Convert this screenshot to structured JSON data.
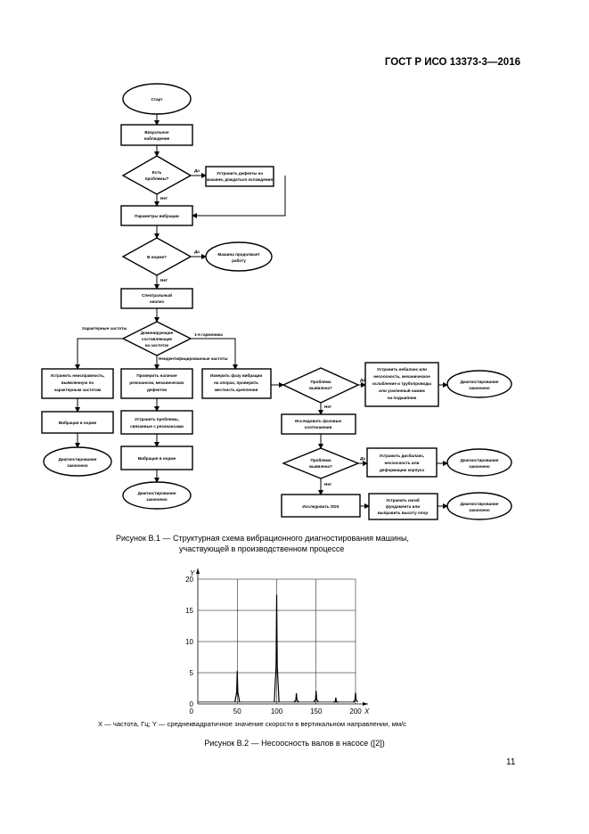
{
  "header": "ГОСТ Р ИСО 13373-3—2016",
  "flowchart": {
    "start": "Старт",
    "visual": [
      "Визуальное",
      "наблюдение"
    ],
    "q_broken": [
      "Есть",
      "проблемы?"
    ],
    "a_fix_defects": [
      "Устранить дефекты на",
      "машине, дождаться охлаждения"
    ],
    "vib_params": "Параметры вибрации",
    "q_normal": "В норме?",
    "r_continue": [
      "Машина продолжает",
      "работу"
    ],
    "spectral": [
      "Спектральный",
      "анализ"
    ],
    "q_dominant": [
      "Доминирующие",
      "составляющие",
      "на частотах"
    ],
    "branch_left": "Характерные частоты",
    "branch_right": "1-я гармоника",
    "branch_mid": "Неидентифицированные частоты",
    "a_eliminate": [
      "Устранить неисправность,",
      "выявленную по",
      "характерным частотам"
    ],
    "a_check": [
      "Проверить наличие",
      "резонансов, механических",
      "дефектов"
    ],
    "a_measure_phase": [
      "Измерить фазу вибрации",
      "на опорах, проверить",
      "жесткость крепления"
    ],
    "q_misalign": [
      "Проблема",
      "выявлена?"
    ],
    "a_misalign_fix": [
      "Устранить небаланс или",
      "несоосность, механическое",
      "ослабление и трубопроводы",
      "или усиленный нажим",
      "на подшипник"
    ],
    "d_misalign": [
      "Диагностирование",
      "закончено"
    ],
    "n_left": "Вибрация в норме",
    "d_left": [
      "Диагностирование",
      "закончено"
    ],
    "a_resonance": [
      "Устранить проблемы,",
      "связанные с резонансами"
    ],
    "n_mid": "Вибрация в норме",
    "d_mid": [
      "Диагностирование",
      "закончено"
    ],
    "a_phase": [
      "Исследовать фазовые",
      "соотношения"
    ],
    "q_phase": [
      "Проблема",
      "выявлена?"
    ],
    "a_phase_fix": [
      "Устранить дисбаланс,",
      "несоосность или",
      "деформацию корпуса"
    ],
    "d_phase": [
      "Диагностирование",
      "закончено"
    ],
    "a_ods": "Исследовать ODS",
    "a_final": [
      "Устранить изгиб",
      "фундамента или",
      "выправить высоту опор"
    ],
    "d_final": [
      "Диагностирование",
      "закончено"
    ],
    "yes": "Да",
    "no": "Нет"
  },
  "caption1": {
    "line1": "Рисунок В.1 — Структурная схема вибрационного диагностирования машины,",
    "line2": "участвующей в производственном процессе"
  },
  "chart_data": {
    "type": "line",
    "title": "",
    "xlabel": "X",
    "ylabel": "Y",
    "xlim": [
      0,
      200
    ],
    "ylim": [
      0,
      20
    ],
    "xticks": [
      0,
      50,
      100,
      150,
      200
    ],
    "yticks": [
      0,
      5,
      10,
      15,
      20
    ],
    "grid": true,
    "peaks": [
      {
        "x": 50,
        "y": 5.3
      },
      {
        "x": 100,
        "y": 17.5
      },
      {
        "x": 125,
        "y": 1.7
      },
      {
        "x": 150,
        "y": 2.1
      },
      {
        "x": 175,
        "y": 1.0
      },
      {
        "x": 200,
        "y": 1.8
      }
    ],
    "peak_half_width": 1.2,
    "color": "#000000"
  },
  "legend_text": "X — частота, Гц; Y — среднеквадратичное значение скорости в вертикальном направлении, мм/с",
  "caption2": "Рисунок В.2 — Несоосность валов в насосе ([2])",
  "page_number": "11"
}
